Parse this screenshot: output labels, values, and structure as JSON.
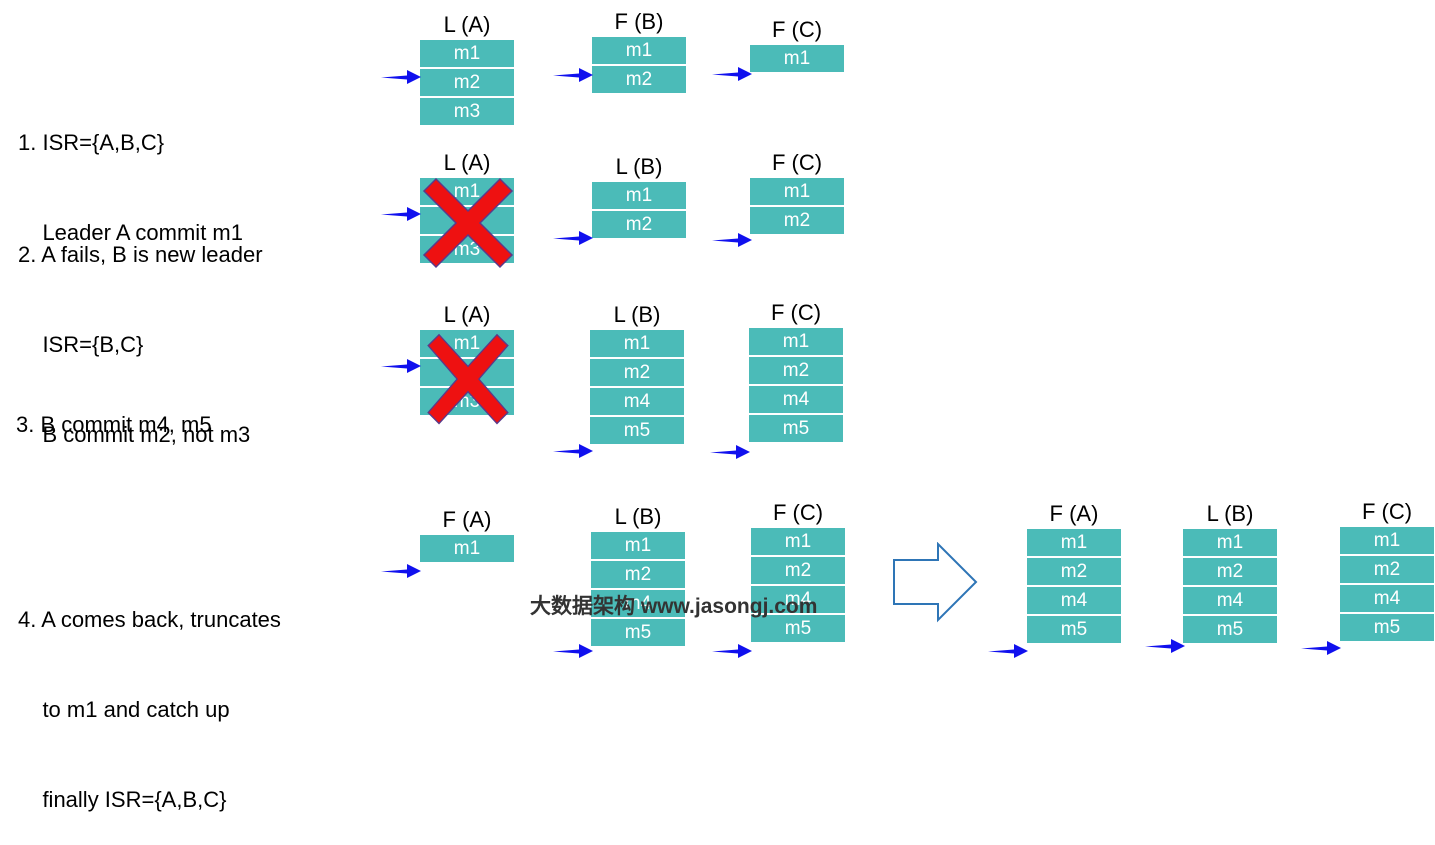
{
  "steps": [
    {
      "lines": [
        "1. ISR={A,B,C}",
        "    Leader A commit m1"
      ]
    },
    {
      "lines": [
        "2. A fails, B is new leader",
        "    ISR={B,C}",
        "    B commit m2, not m3"
      ]
    },
    {
      "lines": [
        "3. B commit m4, m5"
      ]
    },
    {
      "lines": [
        "4. A comes back, truncates",
        "    to m1 and catch up",
        "    finally ISR={A,B,C}"
      ]
    }
  ],
  "nodes": {
    "s1_a": {
      "label": "L (A)",
      "messages": [
        "m1",
        "m2",
        "m3"
      ]
    },
    "s1_b": {
      "label": "F (B)",
      "messages": [
        "m1",
        "m2"
      ]
    },
    "s1_c": {
      "label": "F (C)",
      "messages": [
        "m1"
      ]
    },
    "s2_a": {
      "label": "L (A)",
      "messages": [
        "m1",
        "m2",
        "m3"
      ]
    },
    "s2_b": {
      "label": "L (B)",
      "messages": [
        "m1",
        "m2"
      ]
    },
    "s2_c": {
      "label": "F (C)",
      "messages": [
        "m1",
        "m2"
      ]
    },
    "s3_a": {
      "label": "L (A)",
      "messages": [
        "m1",
        "m2",
        "m3"
      ]
    },
    "s3_b": {
      "label": "L (B)",
      "messages": [
        "m1",
        "m2",
        "m4",
        "m5"
      ]
    },
    "s3_c": {
      "label": "F (C)",
      "messages": [
        "m1",
        "m2",
        "m4",
        "m5"
      ]
    },
    "s4_a": {
      "label": "F (A)",
      "messages": [
        "m1"
      ]
    },
    "s4_b": {
      "label": "L (B)",
      "messages": [
        "m1",
        "m2",
        "m4",
        "m5"
      ]
    },
    "s4_c": {
      "label": "F (C)",
      "messages": [
        "m1",
        "m2",
        "m4",
        "m5"
      ]
    },
    "s5_a": {
      "label": "F (A)",
      "messages": [
        "m1",
        "m2",
        "m4",
        "m5"
      ]
    },
    "s5_b": {
      "label": "L (B)",
      "messages": [
        "m1",
        "m2",
        "m4",
        "m5"
      ]
    },
    "s5_c": {
      "label": "F (C)",
      "messages": [
        "m1",
        "m2",
        "m4",
        "m5"
      ]
    }
  },
  "watermark": "大数据架构 www.jasongj.com",
  "colors": {
    "cell": "#4bbbb8",
    "cell_text": "#ffffff",
    "pointer": "#1010ee",
    "cross": "#ee1111",
    "outline_arrow": "#2e75b6"
  },
  "icons": {
    "pointer": "arrow-right-icon",
    "failed": "cross-icon",
    "transition": "outline-arrow-icon"
  }
}
